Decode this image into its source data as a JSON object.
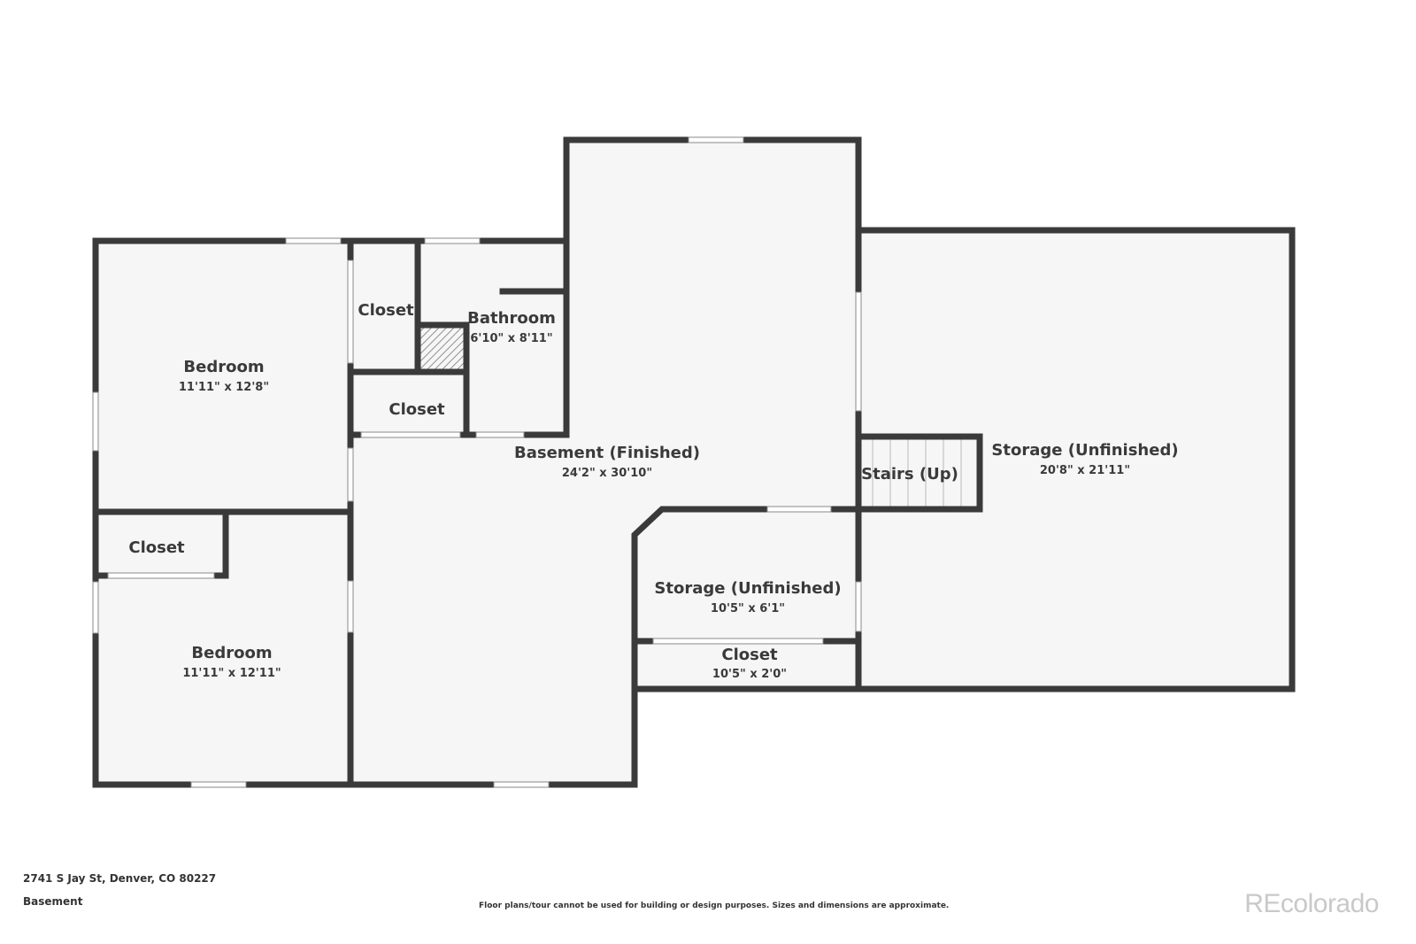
{
  "rooms": {
    "bedroom1": {
      "name": "Bedroom",
      "dim": "11'11\" x 12'8\""
    },
    "closet1": {
      "name": "Closet"
    },
    "bathroom": {
      "name": "Bathroom",
      "dim": "6'10\" x 8'11\""
    },
    "closet2": {
      "name": "Closet"
    },
    "basement": {
      "name": "Basement (Finished)",
      "dim": "24'2\" x 30'10\""
    },
    "stairs": {
      "name": "Stairs (Up)"
    },
    "storage_large": {
      "name": "Storage (Unfinished)",
      "dim": "20'8\" x 21'11\""
    },
    "closet3": {
      "name": "Closet"
    },
    "bedroom2": {
      "name": "Bedroom",
      "dim": "11'11\" x 12'11\""
    },
    "storage_small": {
      "name": "Storage (Unfinished)",
      "dim": "10'5\" x 6'1\""
    },
    "closet4": {
      "name": "Closet",
      "dim": "10'5\" x 2'0\""
    }
  },
  "footer": {
    "address": "2741 S Jay St, Denver, CO 80227",
    "level": "Basement",
    "disclaimer": "Floor plans/tour cannot be used for building or design purposes. Sizes and dimensions are approximate."
  },
  "logo": "REcolorado",
  "colors": {
    "wall": "#3a3a3a",
    "floor": "#f6f6f6",
    "logo": "#c9c9c9"
  }
}
